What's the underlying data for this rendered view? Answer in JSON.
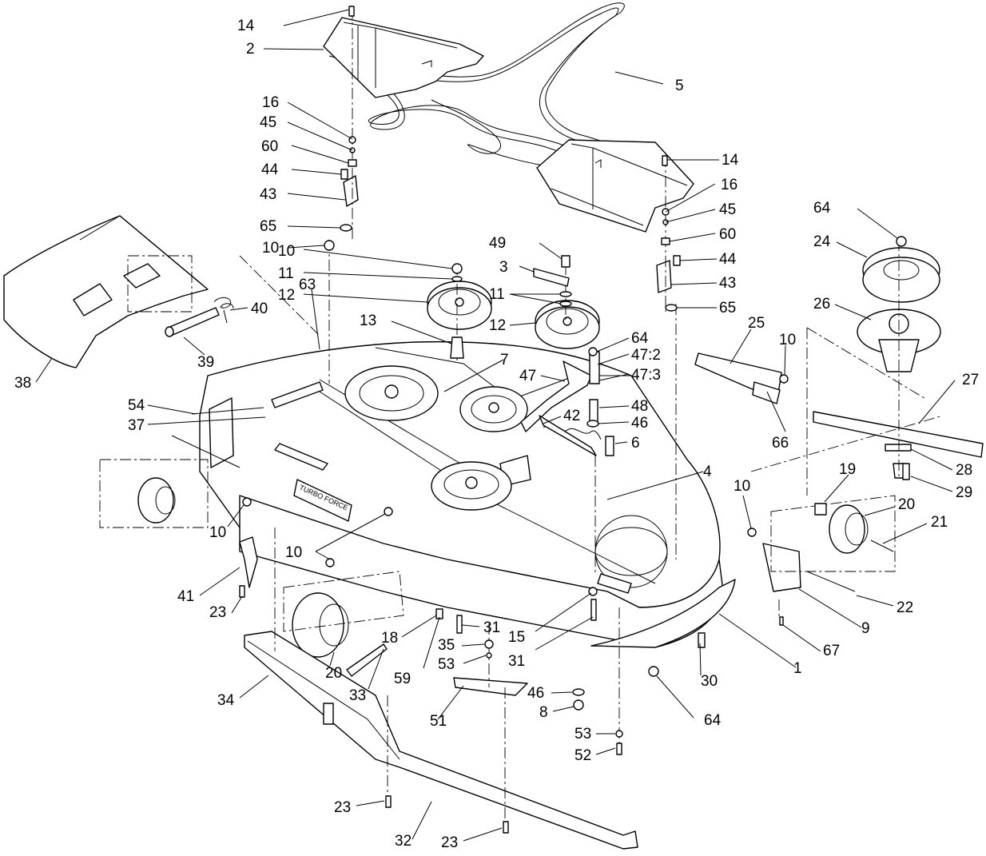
{
  "deck_decal": "TURBO FORCE",
  "callouts": [
    "14",
    "2",
    "5",
    "16",
    "45",
    "60",
    "44",
    "43",
    "65",
    "10",
    "14",
    "16",
    "45",
    "60",
    "44",
    "43",
    "65",
    "64",
    "24",
    "26",
    "10",
    "49",
    "3",
    "11",
    "11",
    "12",
    "13",
    "12",
    "7",
    "64",
    "47:2",
    "47:3",
    "47",
    "48",
    "46",
    "42",
    "6",
    "25",
    "10",
    "66",
    "27",
    "28",
    "29",
    "63",
    "38",
    "39",
    "40",
    "54",
    "37",
    "10",
    "4",
    "10",
    "19",
    "20",
    "21",
    "10",
    "41",
    "23",
    "22",
    "9",
    "67",
    "1",
    "18",
    "15",
    "31",
    "31",
    "35",
    "53",
    "59",
    "20",
    "33",
    "34",
    "46",
    "8",
    "30",
    "64",
    "51",
    "53",
    "52",
    "23",
    "32",
    "23"
  ]
}
